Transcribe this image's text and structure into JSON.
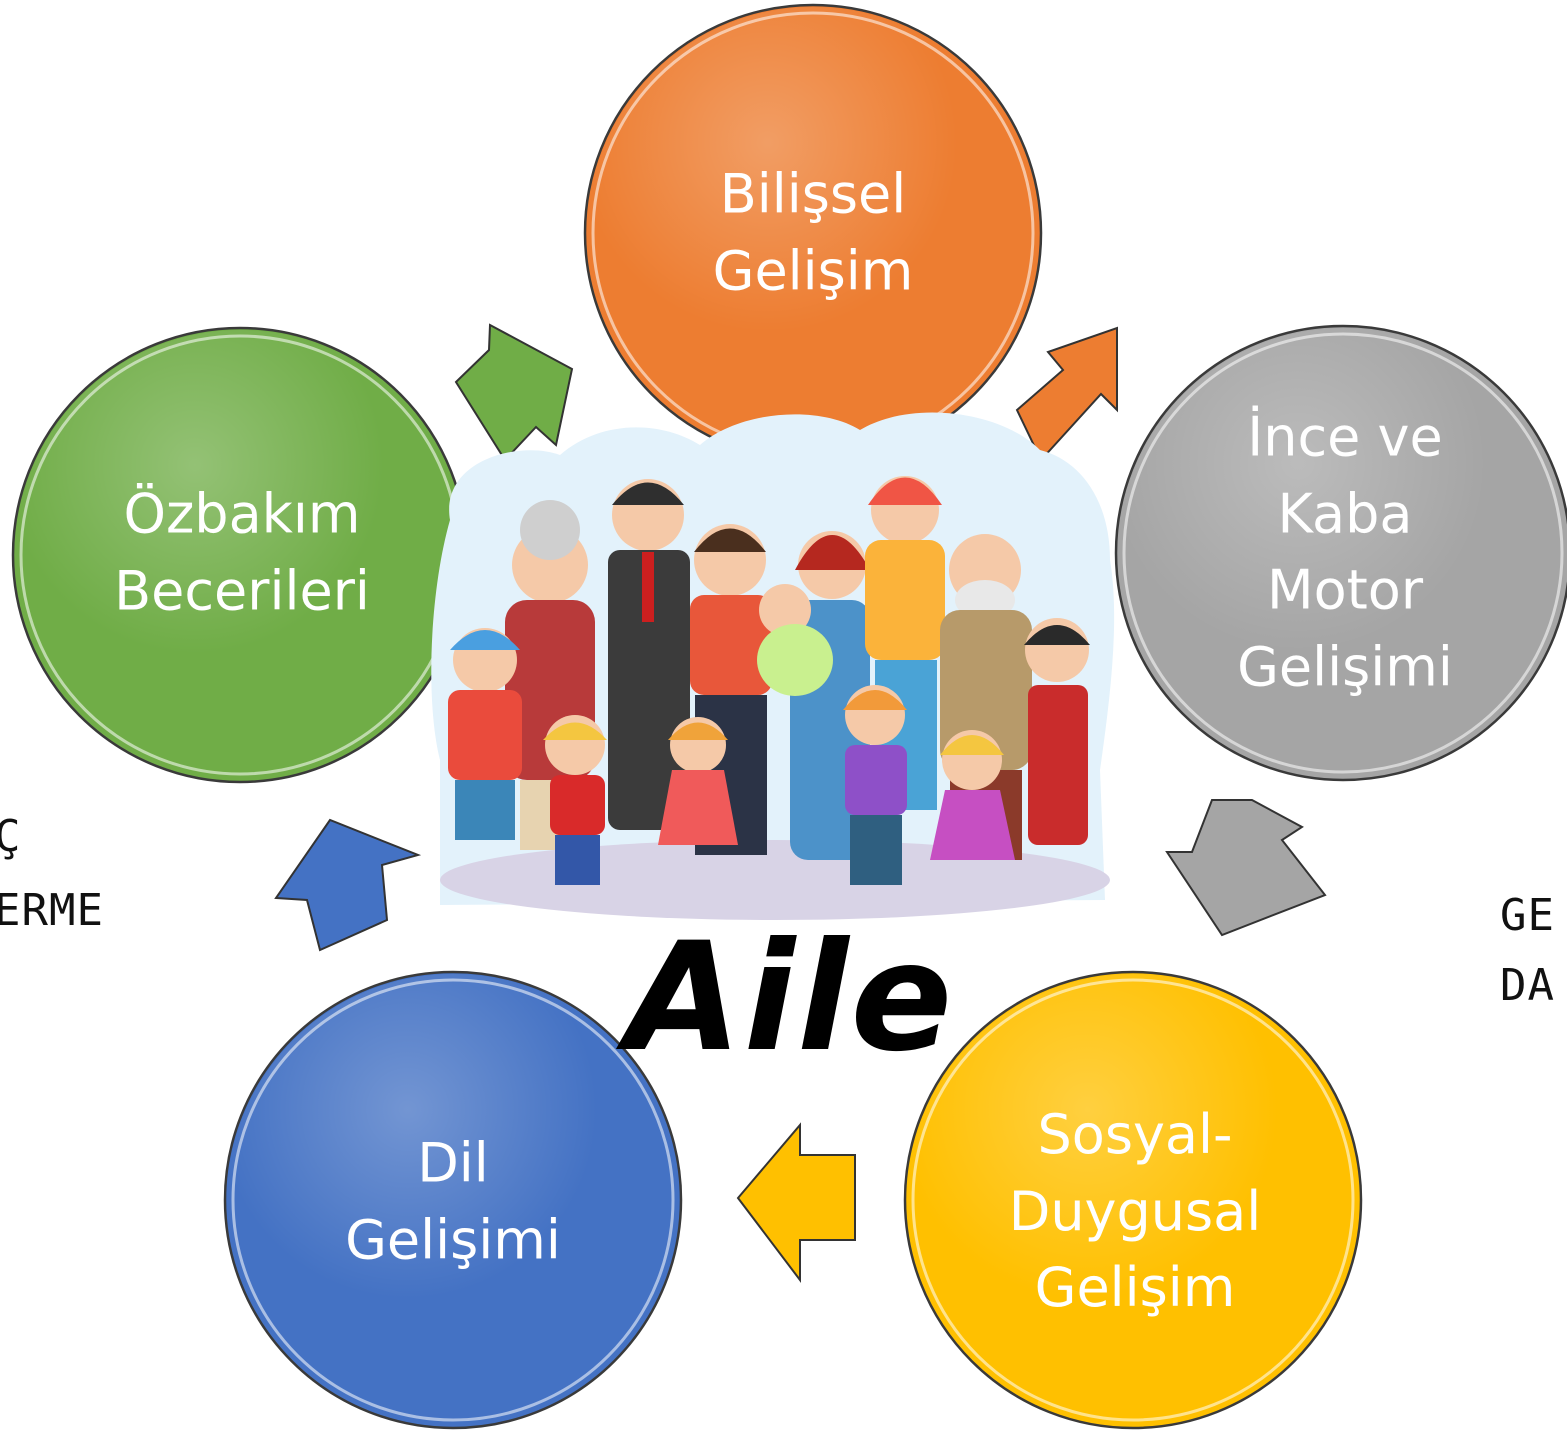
{
  "center": {
    "title": "Aile"
  },
  "nodes": [
    {
      "id": "bilissel",
      "lines": [
        "Bilişsel",
        "Gelişim"
      ],
      "color": "#ED7D31"
    },
    {
      "id": "motor",
      "lines": [
        "İnce ve",
        "Kaba",
        "Motor",
        "Gelişimi"
      ],
      "color": "#A5A5A5"
    },
    {
      "id": "sosyal",
      "lines": [
        "Sosyal-",
        "Duygusal",
        "Gelişim"
      ],
      "color": "#FFC000"
    },
    {
      "id": "dil",
      "lines": [
        "Dil",
        "Gelişimi"
      ],
      "color": "#4472C4"
    },
    {
      "id": "ozbakim",
      "lines": [
        "Özbakım",
        "Becerileri"
      ],
      "color": "#70AD47"
    }
  ],
  "edge_text": {
    "left": [
      "Ç",
      "ERME"
    ],
    "right": [
      "GE",
      "DA"
    ]
  },
  "arrow_colors": [
    "#70AD47",
    "#ED7D31",
    "#A5A5A5",
    "#FFC000",
    "#4472C4"
  ]
}
